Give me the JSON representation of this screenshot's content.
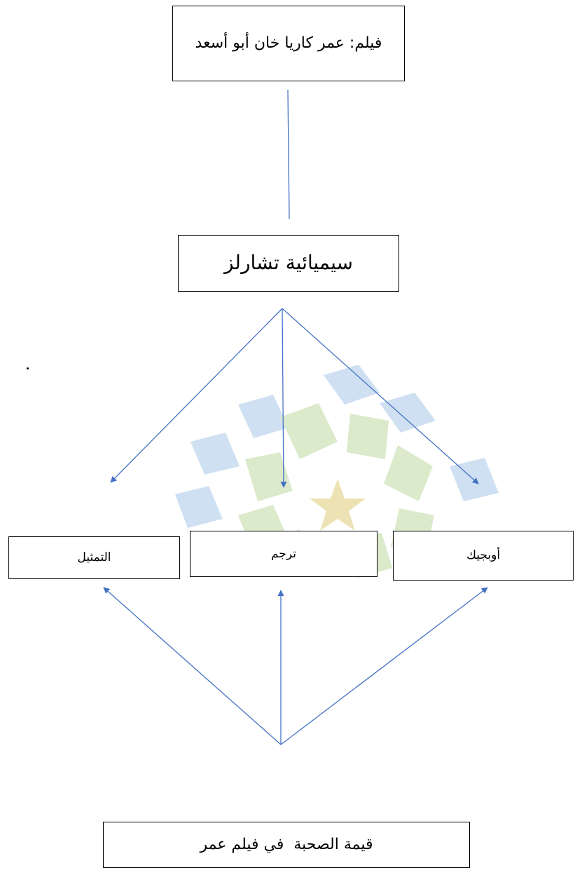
{
  "diagram": {
    "title_box": {
      "text": "فيلم: عمر كاريا خان أبو أسعد"
    },
    "theory_box": {
      "text": "سيميائية تشارلز"
    },
    "components": [
      {
        "id": "representation",
        "text": "التمثيل"
      },
      {
        "id": "interpretant",
        "text": "ترجم"
      },
      {
        "id": "object",
        "text": "أوبجيك"
      }
    ],
    "result_box": {
      "text": "قيمة الصحبة  في فيلم عمر"
    }
  },
  "colors": {
    "arrow": "#4472c4",
    "line": "#4472c4",
    "box_border": "#000000",
    "watermark_blue": "#cfe0f2",
    "watermark_green": "#dbeacb",
    "watermark_star": "#ece2b4"
  }
}
